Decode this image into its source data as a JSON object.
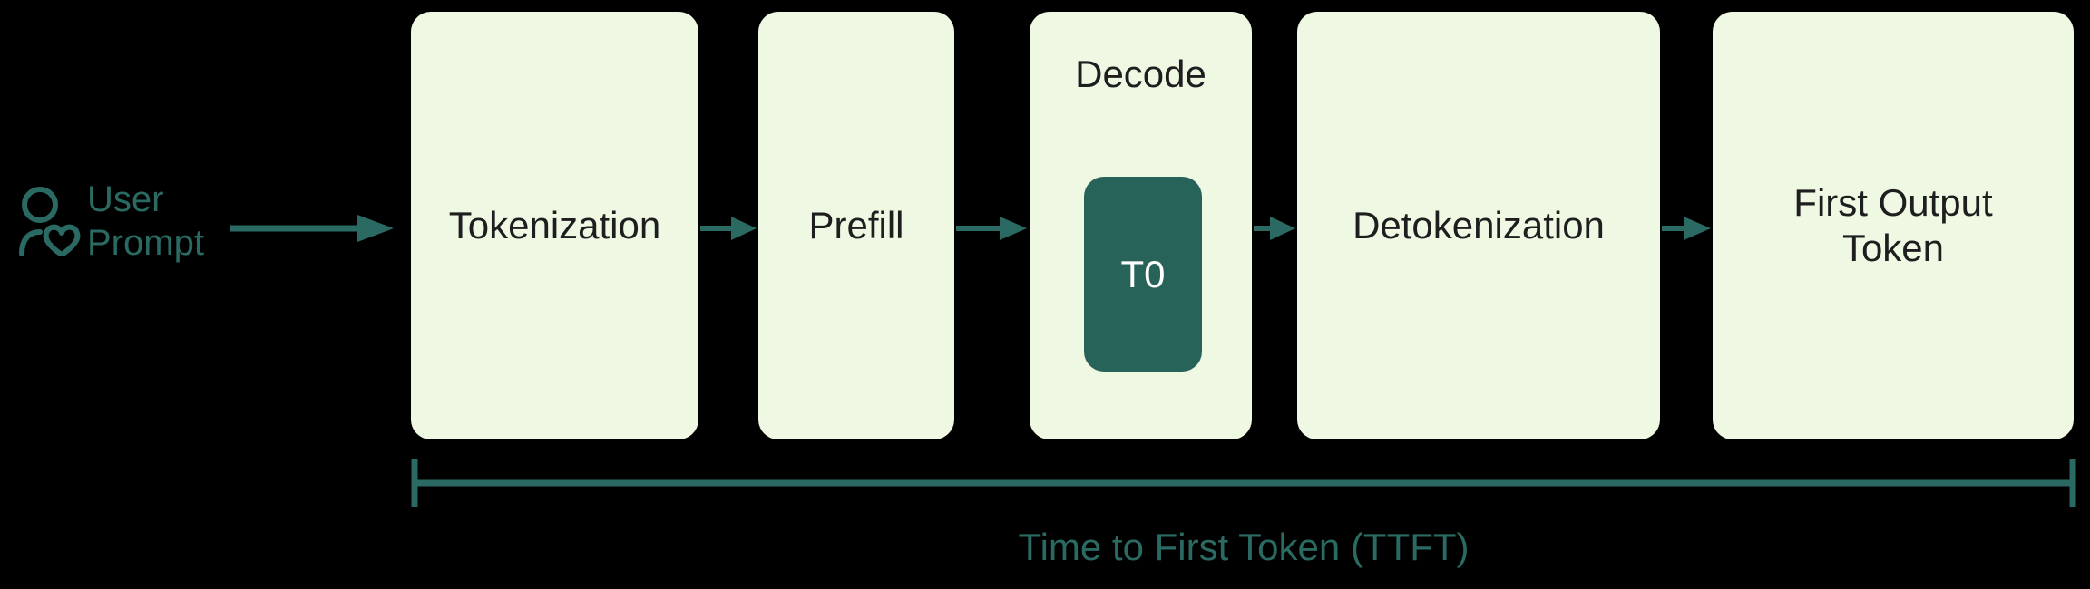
{
  "diagram": {
    "title": "Time to First Token (TTFT) pipeline",
    "background_color": "#000000",
    "box_fill_color": "#EEF8E3",
    "box_text_color": "#1E1E1E",
    "accent_color": "#2A6A63",
    "token_chip_color": "#28635A",
    "token_chip_text_color": "#FFFFFF"
  },
  "source": {
    "icon": "user-heart-icon",
    "label": "User\nPrompt"
  },
  "stages": [
    {
      "id": "tokenization",
      "label": "Tokenization"
    },
    {
      "id": "prefill",
      "label": "Prefill"
    },
    {
      "id": "decode",
      "label": "Decode",
      "token_label": "T0"
    },
    {
      "id": "detokenization",
      "label": "Detokenization"
    },
    {
      "id": "first-output",
      "label": "First Output\nToken"
    }
  ],
  "measure": {
    "label": "Time to First Token (TTFT)"
  },
  "arrows": [
    {
      "from": "user-prompt",
      "to": "tokenization"
    },
    {
      "from": "tokenization",
      "to": "prefill"
    },
    {
      "from": "prefill",
      "to": "decode"
    },
    {
      "from": "decode",
      "to": "detokenization"
    },
    {
      "from": "detokenization",
      "to": "first-output"
    }
  ]
}
